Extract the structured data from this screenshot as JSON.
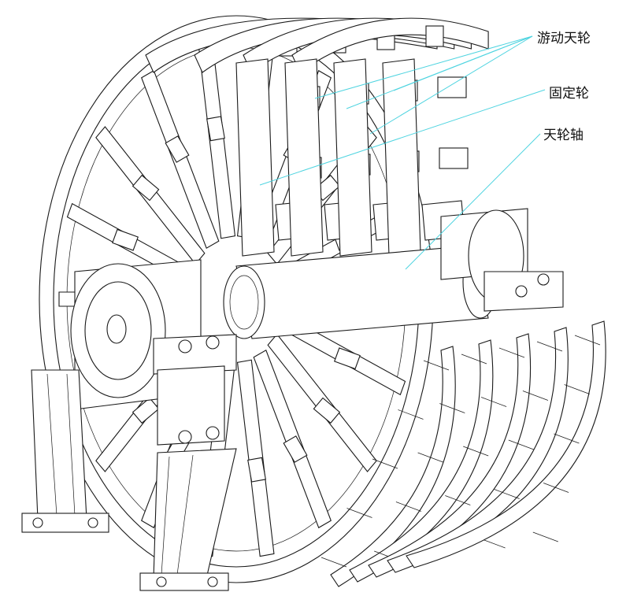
{
  "callouts": [
    {
      "label": "游动天轮",
      "color": "#4fd4e0"
    },
    {
      "label": "固定轮",
      "color": "#4fd4e0"
    },
    {
      "label": "天轮轴",
      "color": "#4fd4e0"
    }
  ],
  "colors": {
    "line": "#1a1a1a",
    "leader": "#4fd4e0",
    "background": "#ffffff"
  }
}
